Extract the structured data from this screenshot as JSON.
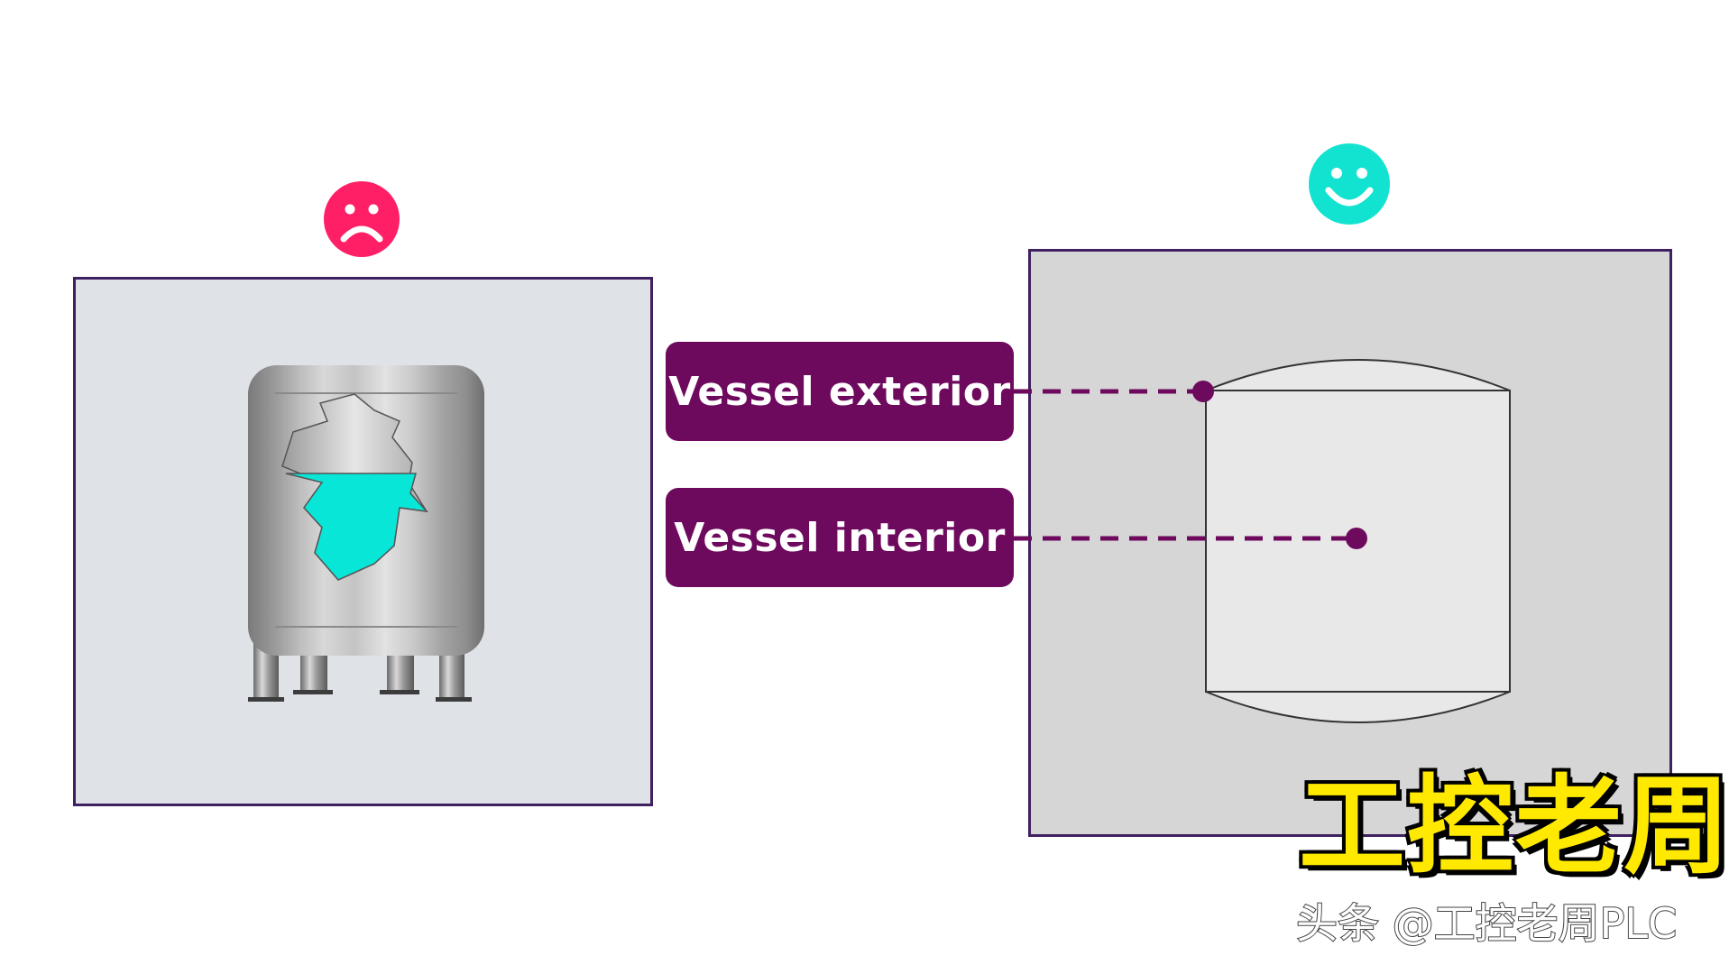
{
  "labels": {
    "exterior": "Vessel exterior",
    "interior": "Vessel interior"
  },
  "icons": {
    "bad": "sad-face-icon",
    "good": "happy-face-icon",
    "tank": "steel-tank-icon"
  },
  "colors": {
    "label_bg": "#6e0a5e",
    "connector": "#6e0a5e",
    "sad_face": "#ff1f66",
    "happy_face": "#11e3d0",
    "liquid": "#08e6d8",
    "panel_border": "#3f2060",
    "brand_text": "#ffe900"
  },
  "brand": {
    "title": "工控老周",
    "watermark": "头条 @工控老周PLC"
  }
}
